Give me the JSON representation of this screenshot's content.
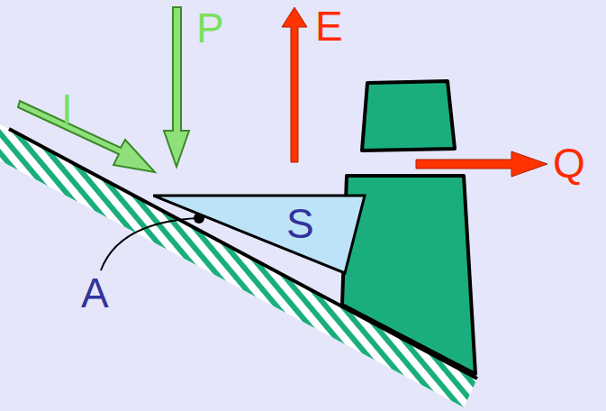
{
  "diagram": {
    "nodes": [
      {
        "text": [
          "S"
        ]
      }
    ],
    "labels": [
      "I",
      "P",
      "E",
      "Q",
      "A"
    ]
  }
}
